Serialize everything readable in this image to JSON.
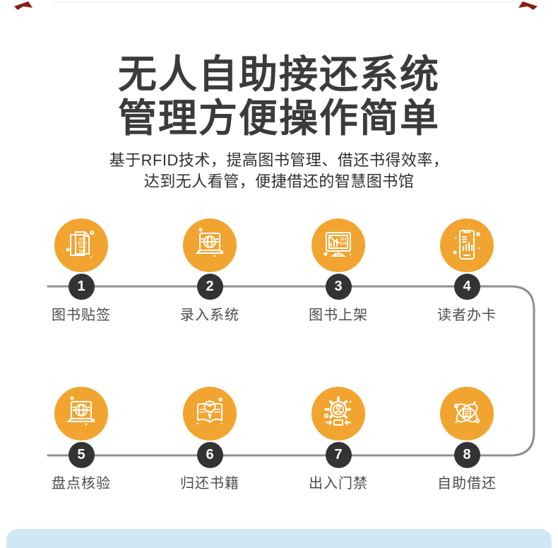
{
  "header": {
    "title_line1": "无人自助接还系统",
    "title_line2": "管理方便操作简单",
    "subtitle_line1": "基于RFID技术，提高图书管理、借还书得效率，",
    "subtitle_line2": "达到无人看管，便捷借还的智慧图书馆"
  },
  "flow": {
    "accent_color": "#F2A430",
    "badge_color": "#333333",
    "line_color": "#8f8f8f",
    "icon_digits": {
      "doc1": "101",
      "doc2": "0101",
      "doc3": "010",
      "doc4": "101",
      "doc5": "0101",
      "screen1": "101",
      "screen2": "010"
    },
    "steps": [
      {
        "num": "1",
        "label": "图书贴签",
        "icon": "binary-documents-icon"
      },
      {
        "num": "2",
        "label": "录入系统",
        "icon": "laptop-globe-icon"
      },
      {
        "num": "3",
        "label": "图书上架",
        "icon": "monitor-chart-icon"
      },
      {
        "num": "4",
        "label": "读者办卡",
        "icon": "phone-chart-icon"
      },
      {
        "num": "5",
        "label": "盘点核验",
        "icon": "laptop-globe-icon"
      },
      {
        "num": "6",
        "label": "归还书籍",
        "icon": "book-bulb-icon"
      },
      {
        "num": "7",
        "label": "出入门禁",
        "icon": "gear-access-icon"
      },
      {
        "num": "8",
        "label": "自助借还",
        "icon": "atom-network-icon"
      }
    ]
  },
  "decor": {
    "corner_mark_color": "#8a1c15",
    "bottom_bar_color": "#cfe8f4"
  }
}
